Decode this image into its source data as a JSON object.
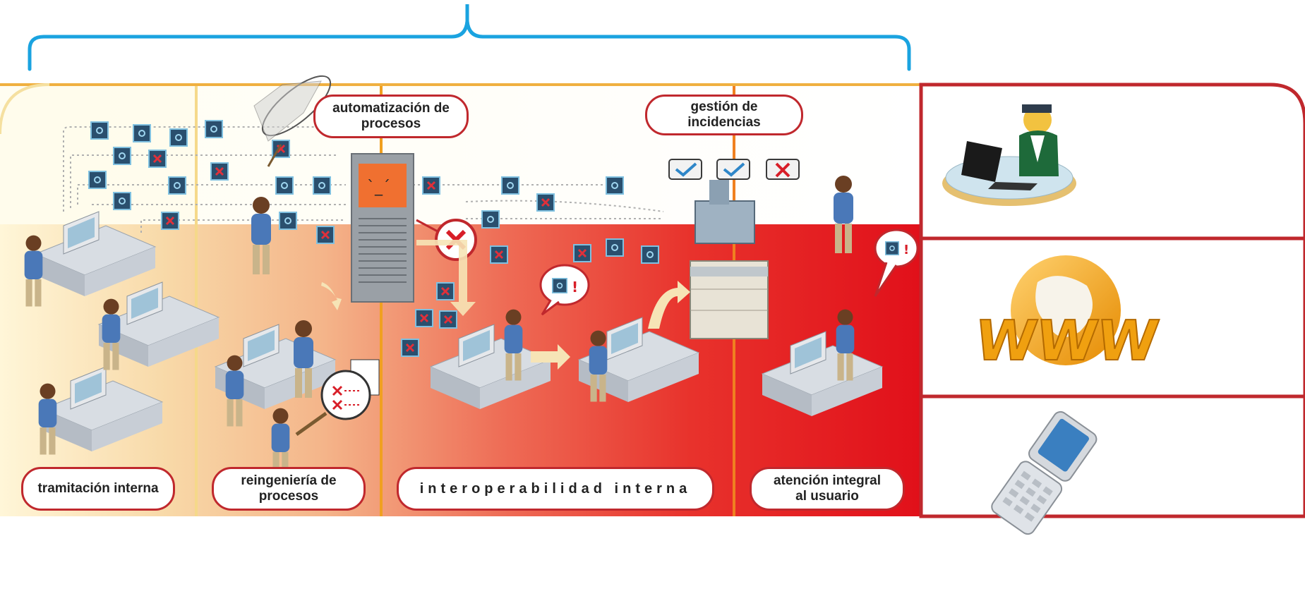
{
  "stages": [
    {
      "id": "tramitacion",
      "label": "tramitación interna"
    },
    {
      "id": "reingenieria",
      "label_line1": "reingeniería de",
      "label_line2": "procesos"
    },
    {
      "id": "interoperabilidad",
      "label": "interoperabilidad interna"
    },
    {
      "id": "atencion",
      "label_line1": "atención integral",
      "label_line2": "al usuario"
    }
  ],
  "callouts": {
    "automatizacion": {
      "line1": "automatización de",
      "line2": "procesos"
    },
    "incidencias": {
      "label": "gestión de incidencias"
    }
  },
  "channels": [
    {
      "id": "desk",
      "icon": "office-worker-laptop-icon"
    },
    {
      "id": "web",
      "icon": "www-globe-icon"
    },
    {
      "id": "mobile",
      "icon": "mobile-phone-icon"
    }
  ],
  "colors": {
    "brace": "#1aa3e0",
    "frame_red": "#c0282d",
    "divider_orange": "#f0a020",
    "doc_blue": "#2a4f6e",
    "doc_border": "#6fb3d6"
  }
}
